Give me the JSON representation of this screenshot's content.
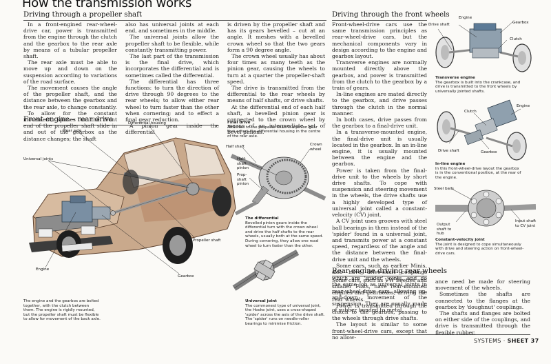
{
  "page": {
    "title": "How the transmission works",
    "footer_section": "SYSTEMS",
    "footer_sep": "·",
    "footer_sheet": "SHEET 37"
  },
  "propeller": {
    "heading": "Driving through a propeller shaft",
    "col1": [
      "In a front-engined rear-wheel-drive car, power is transmitted from the engine through the clutch and the gearbox to the rear axle by means of a tubular propeller shaft.",
      "The rear axle must be able to move up and down on the suspension according to variations of the road surface.",
      "The movement causes the angle of the propeller shaft, and the distance between the gearbox and the rear axle, to change constantly.",
      "To allow for the constant movement, splines on the front end of the propeller shaft slide in and out of the gearbox as the distance changes; the shaft"
    ],
    "col2": [
      "also has universal joints at each end, and sometimes in the middle.",
      "The universal joints allow the propeller shaft to be flexible, while constantly transmitting power.",
      "The last part of the transmission is the final drive, which incorporates the differential and is sometimes called the differential.",
      "The differential has three functions: to turn the direction of drive through 90 degrees to the rear wheels; to allow either rear wheel to turn faster than the other when cornering; and to effect a final gear reduction.",
      "A pinion gear inside the differential"
    ],
    "col3": [
      "is driven by the propeller shaft and has its gears bevelled – cut at an angle. It meshes with a bevelled crown wheel so that the two gears form a 90 degree angle.",
      "The crown wheel usually has about four times as many teeth as the pinion gear, causing the wheels to turn at a quarter the propeller-shaft speed.",
      "The drive is transmitted from the differential to the rear wheels by means of half shafts, or drive shafts.",
      "At the differential end of each half shaft, a bevelled pinion gear is connected to the crown wheel by means of an intermediate set of bevel pinions."
    ]
  },
  "front_engine": {
    "heading": "Front engine – rear drive",
    "labels": {
      "rear_axle": "Rear axle",
      "differential_housing": "Differential housing",
      "universal_joints": "Universal joints",
      "propeller_shaft": "Propeller shaft",
      "engine": "Engine",
      "gearbox": "Gearbox"
    },
    "caption": "The engine and the gearbox are bolted together, with the clutch between them. The engine is rigidly mounted, but the propeller shaft must be flexible to allow for movement of the back axle."
  },
  "final_drive": {
    "title": "Final drive",
    "caption": "Attached to the propeller shaft is a pinion gear that enters the differential housing in the centre of the rear axle.",
    "labels": {
      "half_shaft": "Half shaft",
      "crown_wheel": "Crown wheel",
      "half_shaft_pinion": "Half-shaft pinion",
      "prop_shaft_pinion": "Prop-shaft pinion"
    },
    "diff_title": "The differential",
    "diff_caption": "Bevelled pinion gears inside the differential turn with the crown wheel and drive the half shafts to the rear wheels, usually both at the same speed. During cornering, they allow one road wheel to turn faster than the other."
  },
  "ujoint": {
    "title": "Universal joint",
    "caption": "The commonest type of universal joint, the Hooke joint, uses a cross-shaped 'spider' across the axis of the drive shaft. The 'spider' runs on needle-roller bearings to minimise friction."
  },
  "front_wheels": {
    "heading": "Driving through the front wheels",
    "paras": [
      "Front-wheel-drive cars use the same transmission principles as rear-wheel-drive cars, but the mechanical components vary in design according to the engine and gearbox layout.",
      "Transverse engines are normally mounted directly above the gearbox, and power is transmitted from the clutch to the gearbox by a train of gears.",
      "In-line engines are mated directly to the gearbox, and drive passes through the clutch in the normal manner.",
      "In both cases, drive passes from the gearbox to a final-drive unit.",
      "In a transverse-mounted engine, the final-drive unit is usually located in the gearbox. In an in-line engine, it is usually mounted between the engine and the gearbox.",
      "Power is taken from the final-drive unit to the wheels by short drive shafts. To cope with suspension and steering movement in the wheels, the drive shafts use a highly developed type of universal joint called a constant-velocity (CV) joint.",
      "A CV joint uses grooves with steel ball bearings in them instead of the 'spider' found in a universal joint, and transmits power at a constant speed, regardless of the angle and the distance between the final-drive unit and the wheels.",
      "Some cars, such as earlier Minis, also have drive-shaft couplings which are 'spider' joints, and do the same job as universal joints in rear-wheel-drive cars, allowing up-and-down movement of the suspension. They are usually made of rubber bonded to metal."
    ]
  },
  "rear_engine": {
    "heading": "Rear engine driving rear wheels",
    "col1": [
      "Some cars, such as VW Beetles and smaller Fiats, have rear-mounted engines and gearboxes, driving the rear wheels.",
      "Power is transmitted through the clutch to the gearbox, passing to the wheels through drive shafts.",
      "The layout is similar to some front-wheel-drive cars, except that no allow-"
    ],
    "col2": [
      "ance need be made for steering movement of the wheels.",
      "Sometimes the shafts are connected to the flanges at the gearbox by 'doughnut' couplings.",
      "The shafts and flanges are bolted on either side of the couplings, and drive is transmitted through the flexible rubber."
    ]
  },
  "right_figs": {
    "transverse_labels": {
      "drive_shaft": "Drive shaft",
      "engine": "Engine",
      "gearbox": "Gearbox",
      "clutch": "Clutch"
    },
    "transverse_title": "Transverse engine",
    "transverse_caption": "The gearbox is built into the crankcase, and drive is transmitted to the front wheels by universally jointed shafts.",
    "inline_labels": {
      "clutch": "Clutch",
      "engine": "Engine",
      "drive_shaft": "Drive shaft",
      "gearbox": "Gearbox"
    },
    "inline_title": "In-line engine",
    "inline_caption": "In this front-wheel-drive layout the gearbox is in the conventional position, at the rear of the engine.",
    "cv_labels": {
      "steel_balls": "Steel balls",
      "output_shaft": "Output shaft to hub",
      "input_shaft": "Input shaft to CV joint"
    },
    "cv_title": "Constant-velocity joint",
    "cv_caption": "The joint is designed to cope simultaneously with drive and steering action on front-wheel-drive cars."
  }
}
